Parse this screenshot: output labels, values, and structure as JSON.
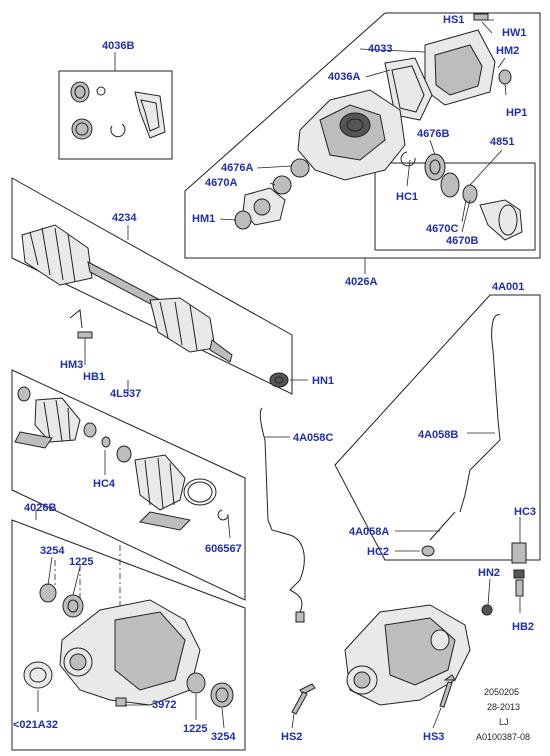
{
  "diagram": {
    "accent_color": "#1f2fb0",
    "line_color": "#222222",
    "callouts": {
      "c4036B": "4036B",
      "c4033": "4033",
      "cHS1": "HS1",
      "cHW1": "HW1",
      "cHM2": "HM2",
      "cHP1": "HP1",
      "c4036A": "4036A",
      "c4676B": "4676B",
      "c4851": "4851",
      "c4676A": "4676A",
      "c4670A": "4670A",
      "cHC1": "HC1",
      "cHM1": "HM1",
      "c4670C": "4670C",
      "c4670B": "4670B",
      "c4026A": "4026A",
      "c4234": "4234",
      "c4A001": "4A001",
      "cHM3": "HM3",
      "cHB1": "HB1",
      "cHN1": "HN1",
      "c4L537": "4L537",
      "c4A058C": "4A058C",
      "c4A058B": "4A058B",
      "cHC4": "HC4",
      "c4026B": "4026B",
      "c606567": "606567",
      "cHC3": "HC3",
      "c4A058A": "4A058A",
      "cHC2": "HC2",
      "c3254a": "3254",
      "c1225a": "1225",
      "cHN2": "HN2",
      "cHB2": "HB2",
      "c3972": "3972",
      "c021A32": "<021A32",
      "c1225b": "1225",
      "c3254b": "3254",
      "cHS2": "HS2",
      "cHS3": "HS3"
    },
    "footer": {
      "line1": "2050205",
      "line2": "28-2013",
      "line3": "LJ",
      "line4": "A0100387-08"
    }
  }
}
